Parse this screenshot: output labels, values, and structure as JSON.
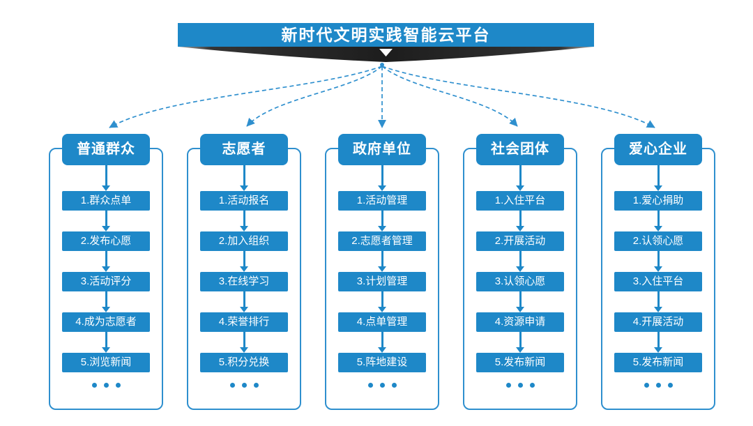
{
  "title": "新时代文明实践智能云平台",
  "ellipsis": "...",
  "colors": {
    "primary_blue": "#1e88c8",
    "connector_blue": "#2e8fce",
    "ribbon_dark": "#2b2b2b",
    "text_white": "#ffffff",
    "background": "#ffffff"
  },
  "columns": [
    {
      "name": "general-public",
      "header": "普通群众",
      "steps": [
        "1.群众点单",
        "2.发布心愿",
        "3.活动评分",
        "4.成为志愿者",
        "5.浏览新闻"
      ]
    },
    {
      "name": "volunteers",
      "header": "志愿者",
      "steps": [
        "1.活动报名",
        "2.加入组织",
        "3.在线学习",
        "4.荣誉排行",
        "5.积分兑换"
      ]
    },
    {
      "name": "government-units",
      "header": "政府单位",
      "steps": [
        "1.活动管理",
        "2.志愿者管理",
        "3.计划管理",
        "4.点单管理",
        "5.阵地建设"
      ]
    },
    {
      "name": "social-groups",
      "header": "社会团体",
      "steps": [
        "1.入住平台",
        "2.开展活动",
        "3.认领心愿",
        "4.资源申请",
        "5.发布新闻"
      ]
    },
    {
      "name": "caring-enterprises",
      "header": "爱心企业",
      "steps": [
        "1.爱心捐助",
        "2.认领心愿",
        "3.入住平台",
        "4.开展活动",
        "5.发布新闻"
      ]
    }
  ]
}
